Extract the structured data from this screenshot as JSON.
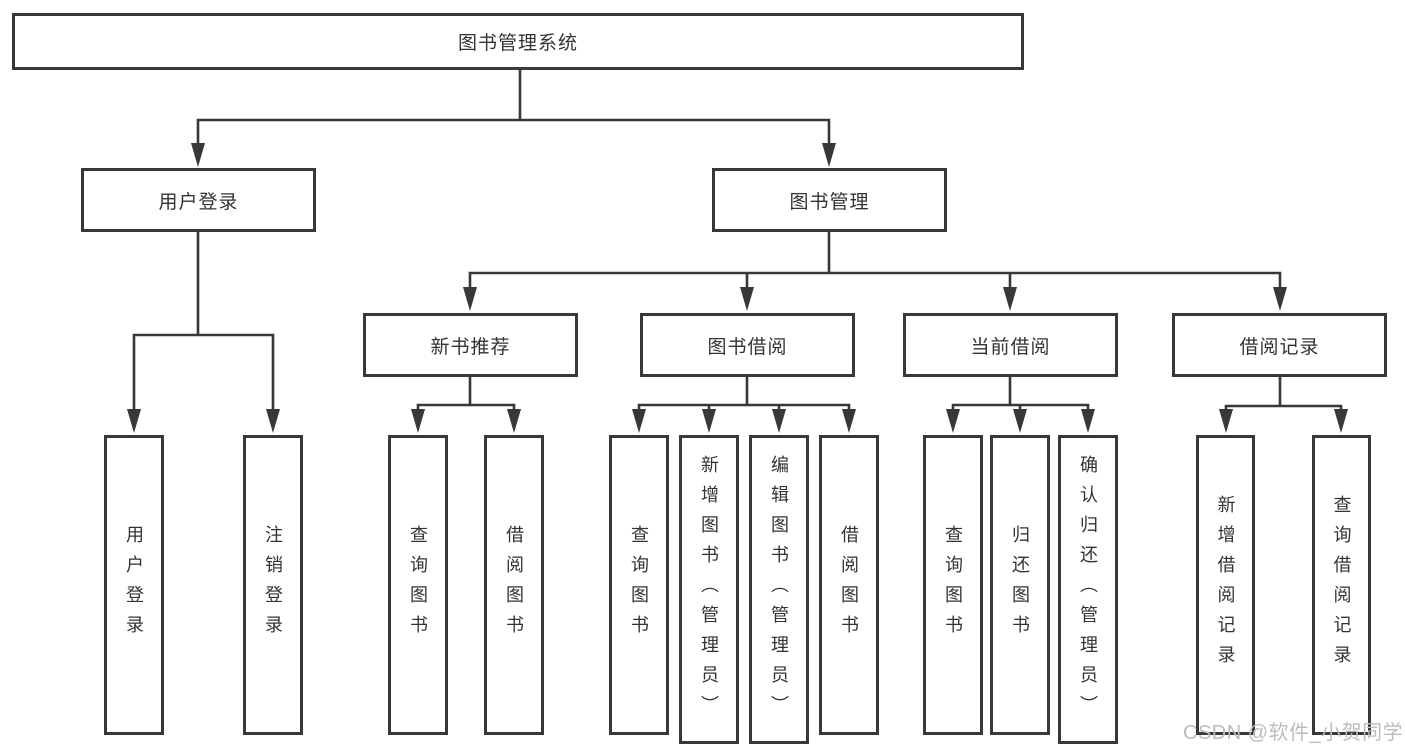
{
  "root": {
    "label": "图书管理系统"
  },
  "login": {
    "label": "用户登录",
    "children": [
      {
        "label": "用户登录"
      },
      {
        "label": "注销登录"
      }
    ]
  },
  "management": {
    "label": "图书管理",
    "children": [
      {
        "label": "新书推荐",
        "children": [
          {
            "label": "查询图书"
          },
          {
            "label": "借阅图书"
          }
        ]
      },
      {
        "label": "图书借阅",
        "children": [
          {
            "label": "查询图书"
          },
          {
            "label": "新增图书（管理员）"
          },
          {
            "label": "编辑图书（管理员）"
          },
          {
            "label": "借阅图书"
          }
        ]
      },
      {
        "label": "当前借阅",
        "children": [
          {
            "label": "查询图书"
          },
          {
            "label": "归还图书"
          },
          {
            "label": "确认归还（管理员）"
          }
        ]
      },
      {
        "label": "借阅记录",
        "children": [
          {
            "label": "新增借阅记录"
          },
          {
            "label": "查询借阅记录"
          }
        ]
      }
    ]
  },
  "watermark": {
    "text": "CSDN @软件_小贺同学"
  },
  "colors": {
    "line": "#383838",
    "text": "#333333",
    "watermark": "#c2baba",
    "background": "#ffffff"
  }
}
